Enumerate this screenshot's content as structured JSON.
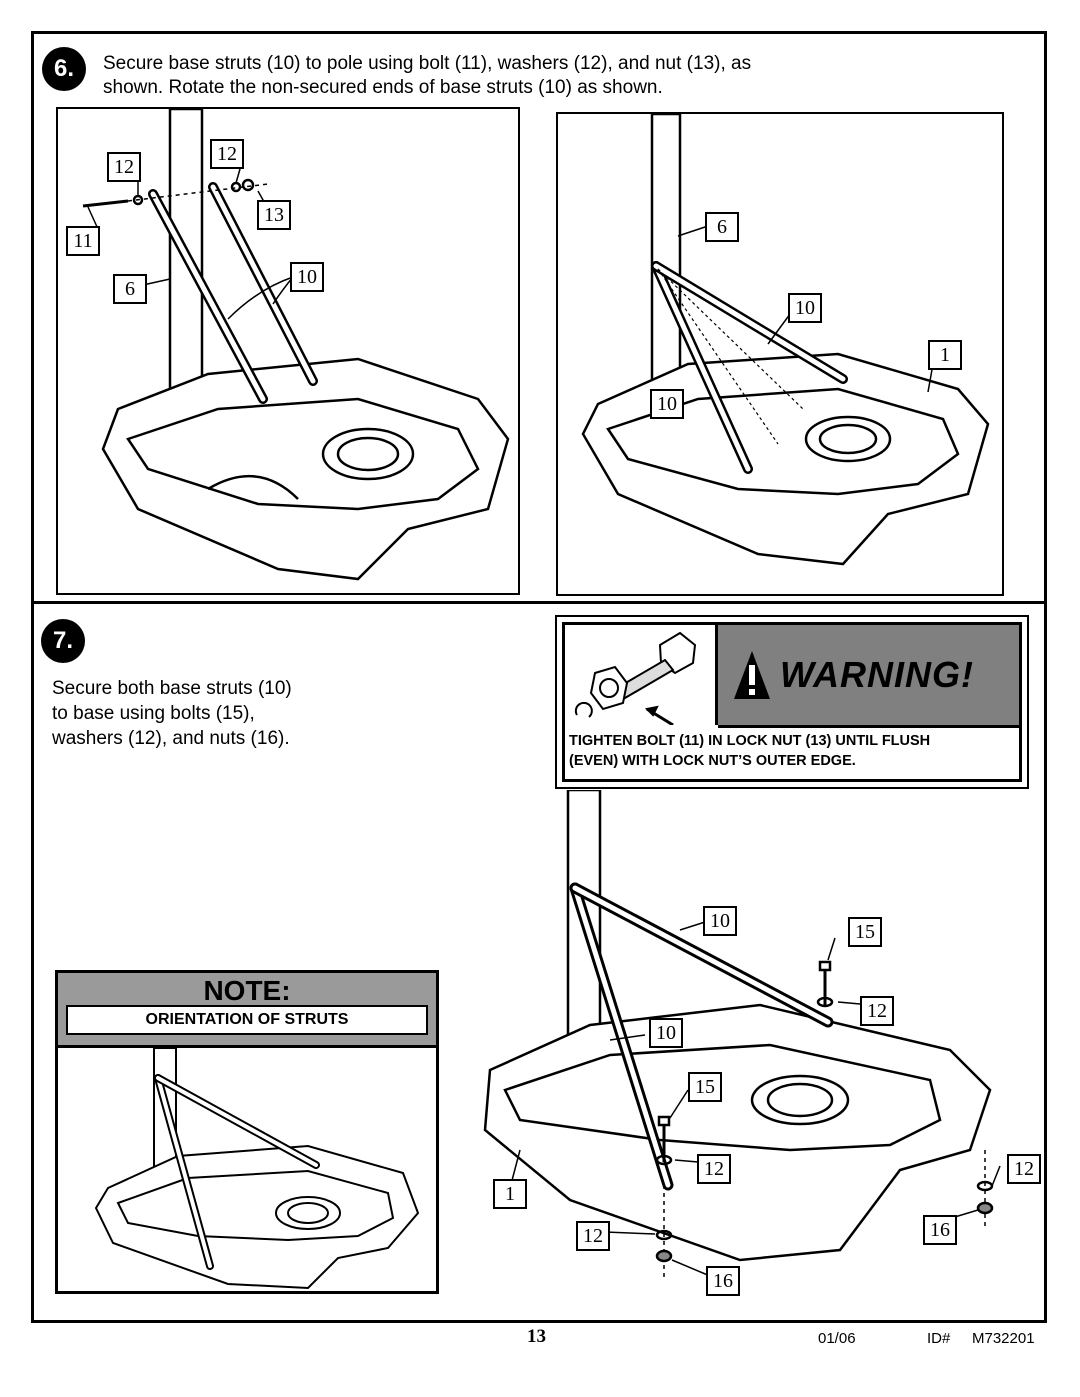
{
  "step6": {
    "number": "6.",
    "text_line1": "Secure base struts (10) to pole using bolt (11), washers (12), and nut (13), as",
    "text_line2": "shown. Rotate the non-secured ends of base struts (10) as shown.",
    "left_callouts": [
      "12",
      "12",
      "13",
      "11",
      "10",
      "6"
    ],
    "right_callouts": [
      "6",
      "10",
      "1",
      "10"
    ]
  },
  "step7": {
    "number": "7.",
    "text_line1": "Secure both base struts (10)",
    "text_line2": "to base using bolts (15),",
    "text_line3": "washers (12), and nuts (16).",
    "callouts": [
      "10",
      "15",
      "12",
      "10",
      "15",
      "12",
      "1",
      "12",
      "12",
      "16",
      "16"
    ]
  },
  "warning": {
    "title": "WARNING!",
    "line1": "TIGHTEN BOLT (11) IN LOCK NUT (13) UNTIL FLUSH",
    "line2": "(EVEN) WITH LOCK NUT’S OUTER EDGE."
  },
  "note": {
    "title": "NOTE:",
    "subtitle": "ORIENTATION OF STRUTS"
  },
  "footer": {
    "page_number": "13",
    "date": "01/06",
    "id_label": "ID#",
    "id_value": "M732201"
  }
}
